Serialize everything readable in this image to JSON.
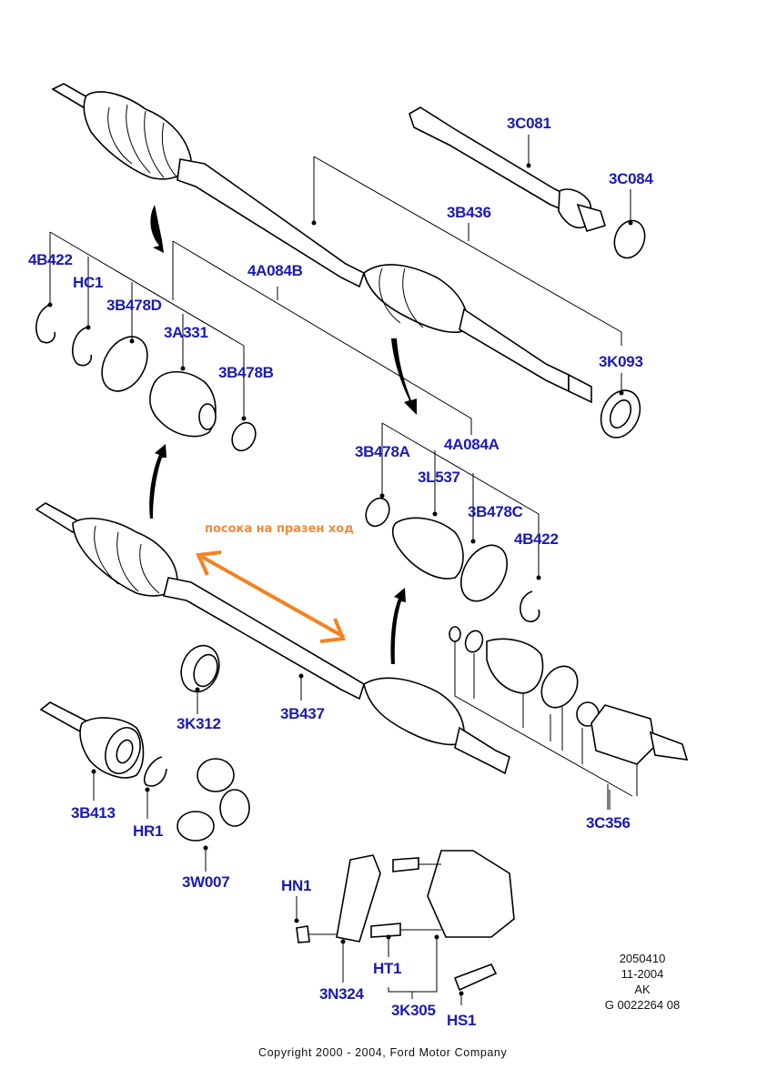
{
  "diagram": {
    "part_labels": [
      {
        "id": "3C081",
        "text": "3C081"
      },
      {
        "id": "3C084",
        "text": "3C084"
      },
      {
        "id": "3B436",
        "text": "3B436"
      },
      {
        "id": "4B422-top",
        "text": "4B422"
      },
      {
        "id": "HC1",
        "text": "HC1"
      },
      {
        "id": "4A084B",
        "text": "4A084B"
      },
      {
        "id": "3B478D",
        "text": "3B478D"
      },
      {
        "id": "3A331",
        "text": "3A331"
      },
      {
        "id": "3B478B",
        "text": "3B478B"
      },
      {
        "id": "3K093",
        "text": "3K093"
      },
      {
        "id": "3B478A",
        "text": "3B478A"
      },
      {
        "id": "4A084A",
        "text": "4A084A"
      },
      {
        "id": "3L537",
        "text": "3L537"
      },
      {
        "id": "3B478C",
        "text": "3B478C"
      },
      {
        "id": "4B422-bottom",
        "text": "4B422"
      },
      {
        "id": "3K312",
        "text": "3K312"
      },
      {
        "id": "3B437",
        "text": "3B437"
      },
      {
        "id": "3B413",
        "text": "3B413"
      },
      {
        "id": "HR1",
        "text": "HR1"
      },
      {
        "id": "3W007",
        "text": "3W007"
      },
      {
        "id": "3C356",
        "text": "3C356"
      },
      {
        "id": "HN1",
        "text": "HN1"
      },
      {
        "id": "3N324",
        "text": "3N324"
      },
      {
        "id": "HT1",
        "text": "HT1"
      },
      {
        "id": "3K305",
        "text": "3K305"
      },
      {
        "id": "HS1",
        "text": "HS1"
      }
    ],
    "annotation": {
      "text": "посока на празен ход",
      "color": "#f08a3c",
      "arrow": "double-headed"
    },
    "label_color": "#1a1ab4",
    "drawing_info": [
      "2050410",
      "11-2004",
      "AK",
      "G 0022264 08"
    ],
    "copyright": "Copyright 2000 - 2004, Ford Motor Company"
  }
}
